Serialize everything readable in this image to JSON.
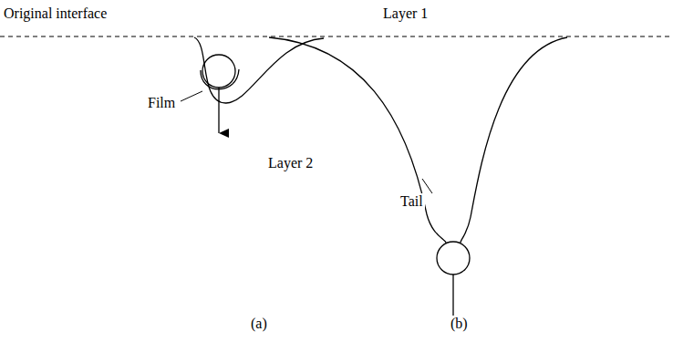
{
  "diagram": {
    "labels": [
      "Original interface",
      "Layer 1",
      "Film",
      "Layer 2",
      "Tail",
      "(a)",
      "(b)"
    ]
  }
}
